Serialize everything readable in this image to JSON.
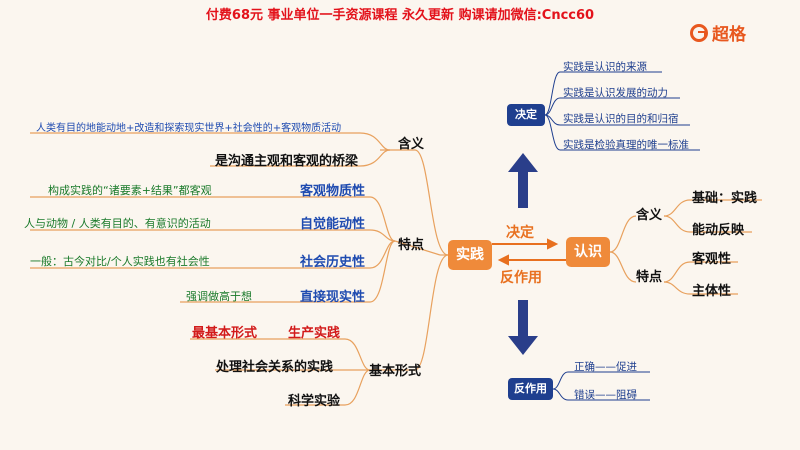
{
  "banner": "付费68元 事业单位一手资源课程 永久更新 购课请加微信:Cncc60",
  "brand": "超格",
  "center_left": "实践",
  "center_right": "认识",
  "link_top": "决定",
  "link_bottom": "反作用",
  "left": {
    "meaning_label": "含义",
    "meaning_note": "人类有目的地能动地+改造和探索现实世界+社会性的+客观物质活动",
    "meaning_value": "是沟通主观和客观的桥梁",
    "features_label": "特点",
    "features": [
      {
        "note": "构成实践的“诸要素+结果”都客观",
        "name": "客观物质性"
      },
      {
        "note": "人与动物 / 人类有目的、有意识的活动",
        "name": "自觉能动性"
      },
      {
        "note": "一般：古今对比/个人实践也有社会性",
        "name": "社会历史性"
      },
      {
        "note": "强调做高于想",
        "name": "直接现实性"
      }
    ],
    "forms_label": "基本形式",
    "forms": {
      "basic_note": "最基本形式",
      "production": "生产实践",
      "social": "处理社会关系的实践",
      "science": "科学实验"
    }
  },
  "right": {
    "meaning_label": "含义",
    "meaning_items": [
      "基础：实践",
      "能动反映"
    ],
    "features_label": "特点",
    "feature_items": [
      "客观性",
      "主体性"
    ]
  },
  "decide": {
    "label": "决定",
    "items": [
      "实践是认识的来源",
      "实践是认识发展的动力",
      "实践是认识的目的和归宿",
      "实践是检验真理的唯一标准"
    ]
  },
  "react": {
    "label": "反作用",
    "items": [
      "正确——促进",
      "错误——阻碍"
    ]
  },
  "colors": {
    "orange": "#ef8a3a",
    "navy": "#1f3f8f",
    "red": "#e3121b",
    "green": "#1a7a2a",
    "blue": "#1f4bb0"
  }
}
